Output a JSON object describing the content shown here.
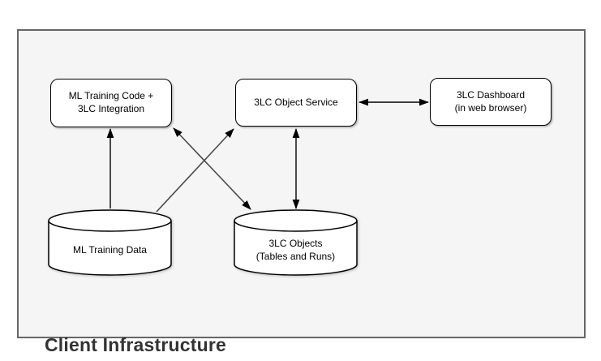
{
  "diagram": {
    "title": "Client Infrastructure",
    "colors": {
      "container_border": "#666666",
      "container_fill": "#f5f5f5",
      "node_fill": "#ffffff",
      "node_border": "#000000",
      "arrow_black": "#000000",
      "arrow_gray": "#4a4a4a",
      "title_color": "#333333"
    },
    "nodes": [
      {
        "id": "ml-training-code",
        "type": "rounded-box",
        "label": "ML Training Code +\n3LC Integration"
      },
      {
        "id": "object-service",
        "type": "rounded-box",
        "label": "3LC Object Service"
      },
      {
        "id": "dashboard",
        "type": "rounded-box",
        "label": "3LC Dashboard\n(in web browser)"
      },
      {
        "id": "ml-training-data",
        "type": "cylinder",
        "label": "ML Training Data"
      },
      {
        "id": "objects-store",
        "type": "cylinder",
        "label": "3LC Objects\n(Tables and Runs)"
      }
    ],
    "edges": [
      {
        "from": "ml-training-data",
        "to": "ml-training-code",
        "direction": "one-way"
      },
      {
        "from": "ml-training-data",
        "to": "object-service",
        "direction": "one-way"
      },
      {
        "from": "ml-training-code",
        "to": "objects-store",
        "direction": "two-way"
      },
      {
        "from": "object-service",
        "to": "objects-store",
        "direction": "two-way"
      },
      {
        "from": "object-service",
        "to": "dashboard",
        "direction": "two-way"
      }
    ]
  }
}
